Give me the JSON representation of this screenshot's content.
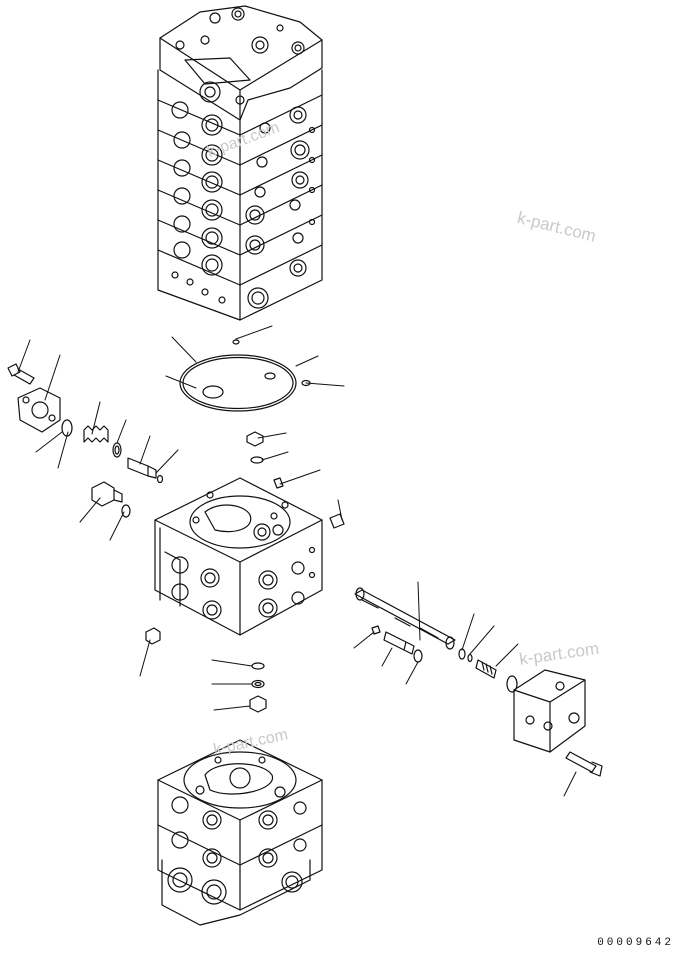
{
  "watermarks": {
    "w1": "k-part.com",
    "w2": "k-part.com",
    "w3": "k-part.com",
    "w4": "k-part.com"
  },
  "footer": {
    "drawing_number": "00009642"
  },
  "colors": {
    "line": "#111111",
    "watermark": "#c9c9c9",
    "background": "#ffffff"
  }
}
